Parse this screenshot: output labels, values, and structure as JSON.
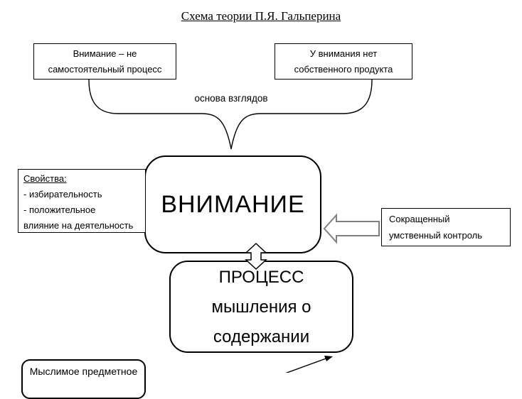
{
  "title": "Схема теории П.Я. Гальперина",
  "boxes": {
    "premise_left": {
      "line1": "Внимание – не",
      "line2": "самостоятельный процесс"
    },
    "premise_right": {
      "line1": "У внимания нет",
      "line2": "собственного  продукта"
    },
    "attention": "ВНИМАНИЕ",
    "properties": {
      "heading": "Свойства:",
      "item1": "- избирательность",
      "item2": "- положительное",
      "item3": "влияние на деятельность"
    },
    "control": {
      "line1": "Сокращенный",
      "line2": "умственный контроль"
    },
    "process": {
      "line1": "ПРОЦЕСС",
      "line2": "мышления о",
      "line3": "содержании"
    },
    "content": "Мыслимое предметное"
  },
  "connectors": {
    "brace_label": "основа взглядов",
    "brace": "curly-brace-down",
    "control_arrow": "block-arrow-left",
    "link_arrow": "block-arrow-up-down",
    "content_arrow": "line-arrow-up-right"
  },
  "colors": {
    "background": "#ffffff",
    "border": "#000000",
    "text": "#000000",
    "block_arrow_outline": "#808080"
  }
}
